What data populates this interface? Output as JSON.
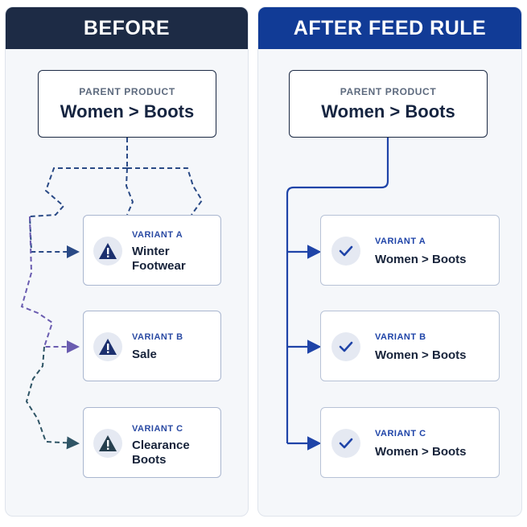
{
  "before": {
    "title": "BEFORE",
    "parent": {
      "label": "PARENT PRODUCT",
      "value": "Women > Boots"
    },
    "variants": [
      {
        "label": "VARIANT A",
        "value": "Winter\nFootwear",
        "icon": "warning-icon"
      },
      {
        "label": "VARIANT B",
        "value": "Sale",
        "icon": "warning-icon"
      },
      {
        "label": "VARIANT C",
        "value": "Clearance\nBoots",
        "icon": "warning-icon"
      }
    ]
  },
  "after": {
    "title": "AFTER FEED RULE",
    "parent": {
      "label": "PARENT PRODUCT",
      "value": "Women > Boots"
    },
    "variants": [
      {
        "label": "VARIANT A",
        "value": "Women > Boots",
        "icon": "check-icon"
      },
      {
        "label": "VARIANT B",
        "value": "Women > Boots",
        "icon": "check-icon"
      },
      {
        "label": "VARIANT C",
        "value": "Women > Boots",
        "icon": "check-icon"
      }
    ]
  },
  "colors": {
    "before_header": "#1d2b45",
    "after_header": "#113b96",
    "dashed_a": "#2a4a86",
    "dashed_b": "#6a5cb0",
    "dashed_c": "#2f5566",
    "solid_connector": "#1f44a8"
  }
}
